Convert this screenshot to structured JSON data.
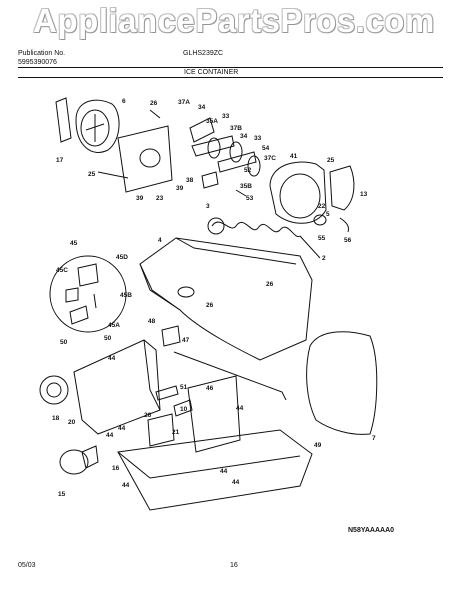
{
  "watermark": "AppliancePartsPros.com",
  "header": {
    "pub_label": "Publication No.",
    "pub_number": "5995390076",
    "model": "GLHS239ZC",
    "section_title": "ICE CONTAINER"
  },
  "footer": {
    "date": "05/03",
    "page": "16",
    "figure_code": "N58YAAAAA0"
  },
  "parts": [
    {
      "id": "p6",
      "label": "6"
    },
    {
      "id": "p26a",
      "label": "26"
    },
    {
      "id": "p37a",
      "label": "37A"
    },
    {
      "id": "p34a",
      "label": "34"
    },
    {
      "id": "p35a",
      "label": "35A"
    },
    {
      "id": "p33a",
      "label": "33"
    },
    {
      "id": "p37b",
      "label": "37B"
    },
    {
      "id": "p34b",
      "label": "34"
    },
    {
      "id": "p33b",
      "label": "33"
    },
    {
      "id": "p54",
      "label": "54"
    },
    {
      "id": "p37c",
      "label": "37C"
    },
    {
      "id": "p41",
      "label": "41"
    },
    {
      "id": "p25a",
      "label": "25"
    },
    {
      "id": "p17",
      "label": "17"
    },
    {
      "id": "p25b",
      "label": "25"
    },
    {
      "id": "p52",
      "label": "52"
    },
    {
      "id": "p38",
      "label": "38"
    },
    {
      "id": "p35b",
      "label": "35B"
    },
    {
      "id": "p13",
      "label": "13"
    },
    {
      "id": "p39a",
      "label": "39"
    },
    {
      "id": "p23",
      "label": "23"
    },
    {
      "id": "p39b",
      "label": "39"
    },
    {
      "id": "p53",
      "label": "53"
    },
    {
      "id": "p3",
      "label": "3"
    },
    {
      "id": "p22",
      "label": "22"
    },
    {
      "id": "p5",
      "label": "5"
    },
    {
      "id": "p55",
      "label": "55"
    },
    {
      "id": "p56",
      "label": "56"
    },
    {
      "id": "p4",
      "label": "4"
    },
    {
      "id": "p45",
      "label": "45"
    },
    {
      "id": "p45d",
      "label": "45D"
    },
    {
      "id": "p45c",
      "label": "45C"
    },
    {
      "id": "p2",
      "label": "2"
    },
    {
      "id": "p26b",
      "label": "26"
    },
    {
      "id": "p45b",
      "label": "45B"
    },
    {
      "id": "p26c",
      "label": "26"
    },
    {
      "id": "p45a",
      "label": "45A"
    },
    {
      "id": "p50",
      "label": "50"
    },
    {
      "id": "p48",
      "label": "48"
    },
    {
      "id": "p50b",
      "label": "50"
    },
    {
      "id": "p47",
      "label": "47"
    },
    {
      "id": "p44a",
      "label": "44"
    },
    {
      "id": "p46",
      "label": "46"
    },
    {
      "id": "p51",
      "label": "51"
    },
    {
      "id": "p10",
      "label": "10"
    },
    {
      "id": "p18",
      "label": "18"
    },
    {
      "id": "p20",
      "label": "20"
    },
    {
      "id": "p44b",
      "label": "44"
    },
    {
      "id": "p44c",
      "label": "44"
    },
    {
      "id": "p26d",
      "label": "26"
    },
    {
      "id": "p21",
      "label": "21"
    },
    {
      "id": "p44d",
      "label": "44"
    },
    {
      "id": "p7",
      "label": "7"
    },
    {
      "id": "p49",
      "label": "49"
    },
    {
      "id": "p16",
      "label": "16"
    },
    {
      "id": "p44e",
      "label": "44"
    },
    {
      "id": "p44f",
      "label": "44"
    },
    {
      "id": "p15",
      "label": "15"
    },
    {
      "id": "p44g",
      "label": "44"
    }
  ]
}
